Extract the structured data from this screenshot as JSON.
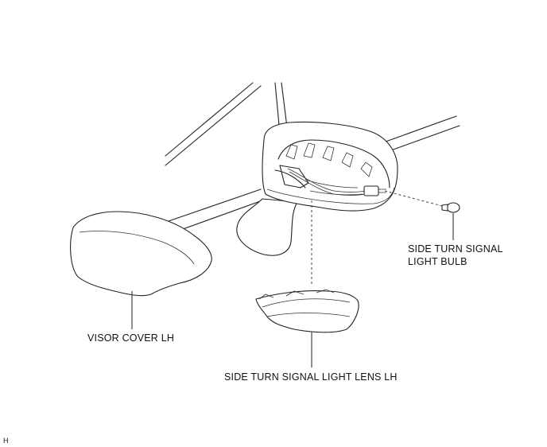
{
  "labels": {
    "visor_cover": "VISOR COVER LH",
    "lens": "SIDE TURN SIGNAL LIGHT LENS LH",
    "bulb_line1": "SIDE TURN SIGNAL",
    "bulb_line2": "LIGHT BULB",
    "figure_ref": "H"
  }
}
